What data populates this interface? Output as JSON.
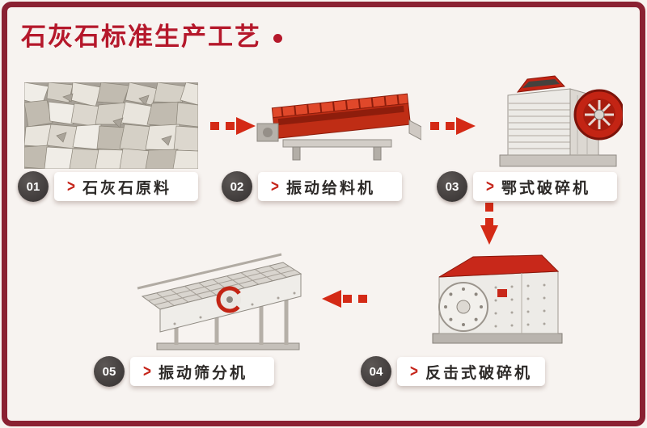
{
  "page": {
    "title": "石灰石标准生产工艺",
    "colors": {
      "background": "#f7f3f0",
      "frame": "#8a2132",
      "title": "#b5182b",
      "arrow": "#d42a16",
      "badge": "#3d3a38",
      "bubble": "#ffffff",
      "bubble_text": "#2d2a28",
      "chevron": "#c5241a"
    }
  },
  "icons": {
    "chevron": ">"
  },
  "steps": [
    {
      "number": "01",
      "label": "石灰石原料",
      "image": "limestone-raw-material"
    },
    {
      "number": "02",
      "label": "振动给料机",
      "image": "vibrating-feeder"
    },
    {
      "number": "03",
      "label": "鄂式破碎机",
      "image": "jaw-crusher"
    },
    {
      "number": "04",
      "label": "反击式破碎机",
      "image": "impact-crusher"
    },
    {
      "number": "05",
      "label": "振动筛分机",
      "image": "vibrating-screen"
    }
  ],
  "flow": {
    "arrows": [
      "right",
      "right",
      "down",
      "left"
    ]
  }
}
